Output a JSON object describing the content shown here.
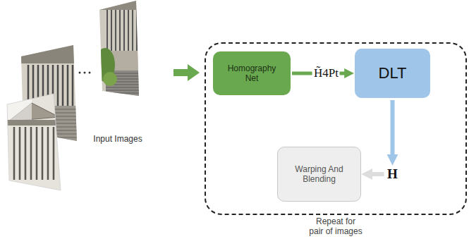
{
  "diagram": {
    "nodes": [
      {
        "text": [
          "Repeat for pair of images"
        ]
      },
      {
        "text": [
          "Homography Net"
        ],
        "in": 0
      },
      {
        "text": [
          "DLT"
        ],
        "in": 0
      },
      {
        "text": [
          "Warping And Blending"
        ],
        "in": 0
      }
    ],
    "edges": [
      {
        "from": 1,
        "to": 2,
        "arrow": "to",
        "label": "H̃4Pt"
      },
      {
        "from": 2,
        "to": 3,
        "arrow": "to",
        "label": "H"
      }
    ],
    "labels": [
      "Input Images"
    ]
  }
}
